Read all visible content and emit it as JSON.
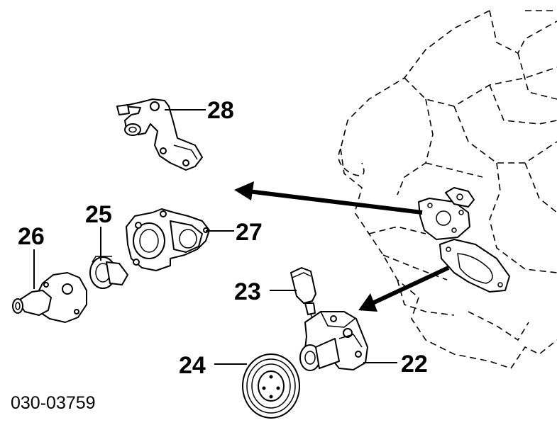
{
  "diagram": {
    "reference_number": "030-03759",
    "callouts": [
      {
        "id": "22",
        "label": "22"
      },
      {
        "id": "23",
        "label": "23"
      },
      {
        "id": "24",
        "label": "24"
      },
      {
        "id": "25",
        "label": "25"
      },
      {
        "id": "26",
        "label": "26"
      },
      {
        "id": "27",
        "label": "27"
      },
      {
        "id": "28",
        "label": "28"
      }
    ]
  }
}
